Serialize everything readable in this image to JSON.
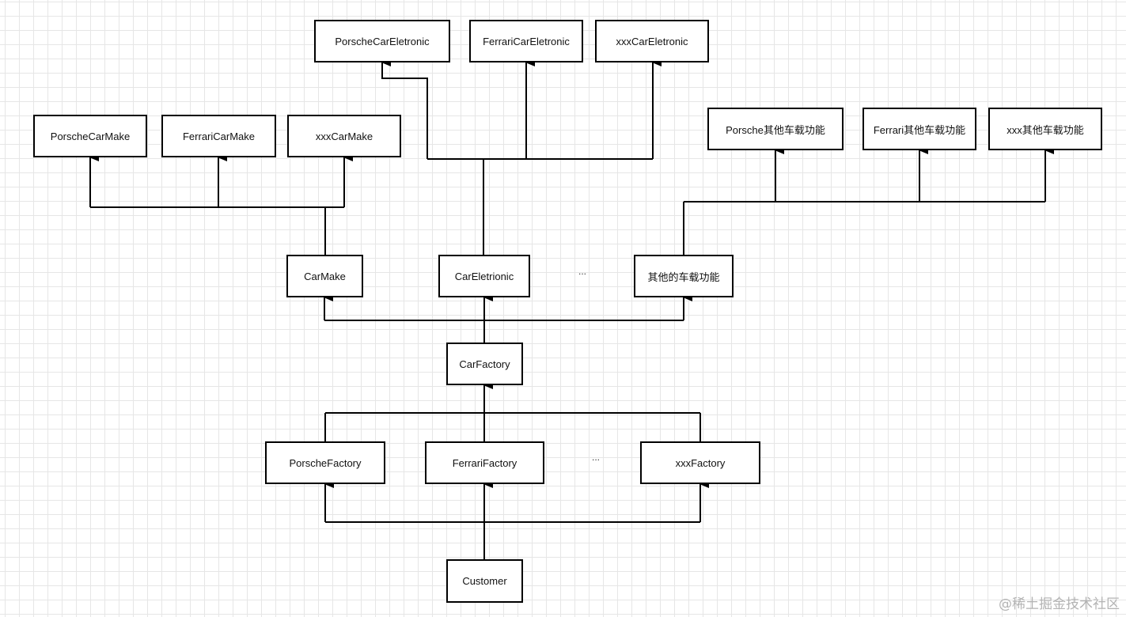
{
  "nodes": {
    "porsche_car_eletronic": "PorscheCarEletronic",
    "ferrari_car_eletronic": "FerrariCarEletronic",
    "xxx_car_eletronic": "xxxCarEletronic",
    "porsche_car_make": "PorscheCarMake",
    "ferrari_car_make": "FerrariCarMake",
    "xxx_car_make": "xxxCarMake",
    "porsche_other": "Porsche其他车载功能",
    "ferrari_other": "Ferrari其他车载功能",
    "xxx_other": "xxx其他车载功能",
    "car_make": "CarMake",
    "car_eletrionic": "CarEletrionic",
    "other_features": "其他的车载功能",
    "car_factory": "CarFactory",
    "porsche_factory": "PorscheFactory",
    "ferrari_factory": "FerrariFactory",
    "xxx_factory": "xxxFactory",
    "customer": "Customer"
  },
  "ellipsis_top": "...",
  "ellipsis_bottom": "...",
  "watermark": "@稀土掘金技术社区",
  "colors": {
    "line": "#000000",
    "grid": "#e6e6e6",
    "watermark": "#b3b3b3"
  }
}
